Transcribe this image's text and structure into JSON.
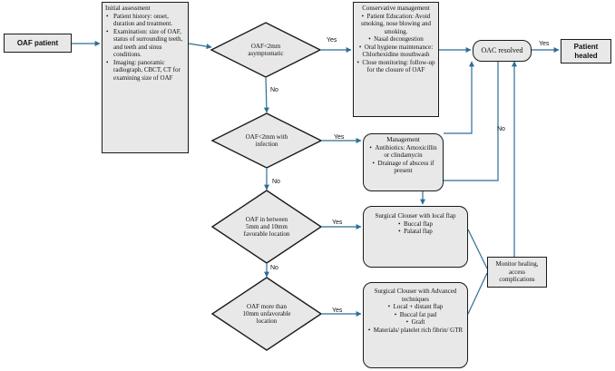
{
  "nodes": {
    "oaf_patient": "OAF patient",
    "initial": {
      "heading": "Initial assessment",
      "items": [
        "Patient history: onset, duration and treatment.",
        "Examination: size of OAF, status of surrounding teeth, and teeth and sinus conditions.",
        "Imaging: panoramic radiograph, CBCT, CT for examining size of OAF"
      ]
    },
    "d1": "OAF<2mm asymptomatic",
    "conservative": {
      "heading": "Conservative management",
      "items": [
        "Patient Education: Avoid smoking, nose blowing and smoking.",
        "Nasal decongestion",
        "Oral hygiene maintenance: Chlorhexidine mouthwash",
        "Close monitoring: follow-up for the closure of OAF"
      ]
    },
    "oac_resolved": "OAC resolved",
    "healed": "Patient healed",
    "d2": "OAF<2mm with infection",
    "management": {
      "heading": "Management",
      "items": [
        "Antibiotics: Amoxicillin or clindamycin",
        "Drainage of abscess if present"
      ]
    },
    "d3": "OAF in between 5mm and 10mm favorable location",
    "surgical_local": {
      "heading": "Surgical Clouser with local flap",
      "items": [
        "Buccal flap",
        "Palatal flap"
      ]
    },
    "monitor": "Monitor healing, access complications",
    "d4": "OAF more than 10mm unfavorable location",
    "surgical_adv": {
      "heading": "Surgical Clouser with Advanced techniques",
      "items": [
        "Local + distant flap",
        "Buccal fat pad",
        "Graft",
        "Materials/ platelet rich fibrin/ GTR"
      ]
    }
  },
  "edge_labels": {
    "yes": "Yes",
    "no": "No"
  },
  "colors": {
    "node_fill": "#e8e8e8",
    "node_border": "#1a1a1a",
    "arrow": "#2c6e96"
  }
}
